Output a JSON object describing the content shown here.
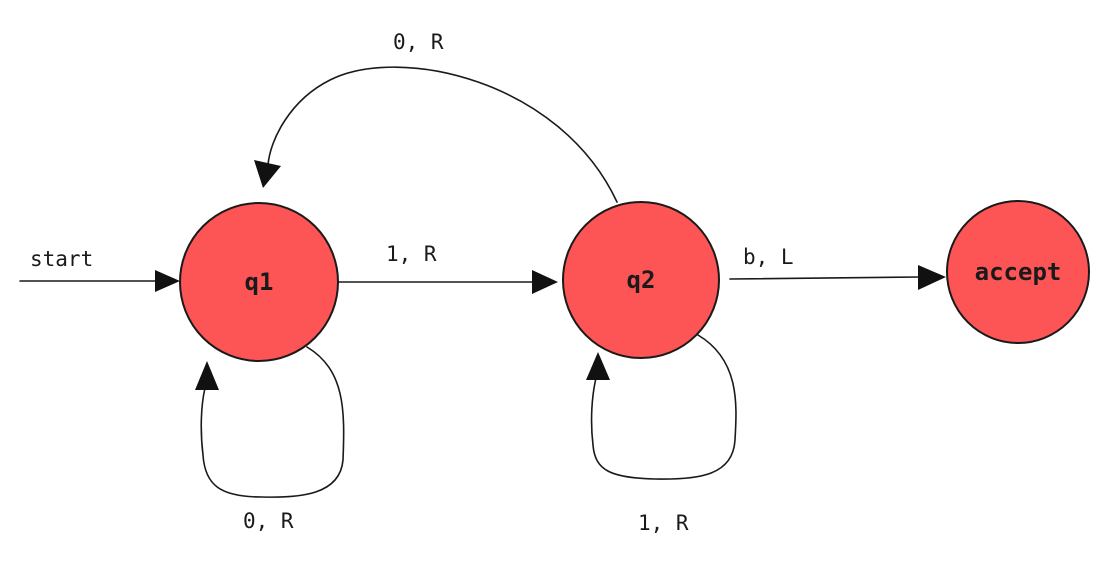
{
  "diagram": {
    "state_fill": "#fd5456",
    "states": {
      "q1": "q1",
      "q2": "q2",
      "accept": "accept"
    },
    "start_label": "start",
    "transitions": {
      "q2_to_q1": "0, R",
      "q1_to_q2": "1, R",
      "q2_to_accept": "b, L",
      "q1_loop": "0, R",
      "q2_loop": "1, R"
    }
  }
}
